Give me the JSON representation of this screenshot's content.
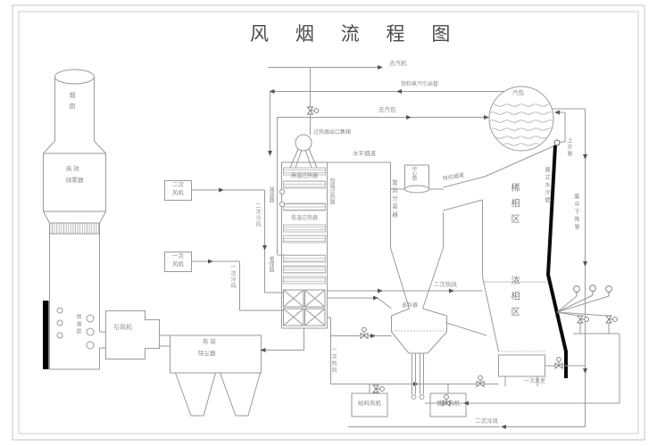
{
  "title": "风 烟 流 程 图",
  "stack": {
    "chimney": "烟囱",
    "demister1": "高 效",
    "demister2": "除雾器",
    "spray_layers": "喷淋层"
  },
  "draft": {
    "id_fan": "引风机",
    "baghouse1": "布 袋",
    "baghouse2": "除尘器",
    "sec_fan1": "二次",
    "sec_fan2": "风机",
    "pri_fan1": "一次",
    "pri_fan2": "风机",
    "feed_fan": "给料风机",
    "spread_fan": "播料风机"
  },
  "air": {
    "sec_cold": "二次冷风",
    "pri_cold": "一次冷风",
    "sec_hot": "二次热风",
    "pri_hot": "一次热风",
    "sec_cold_bottom": "二次冷风",
    "air_chamber": "一次风室"
  },
  "backpass": {
    "sh_outlet_header": "过热器出口集箱",
    "horizontal_flue": "水平烟道",
    "ht_superheater": "高温过热器",
    "lt_superheater": "低温过热器",
    "attemperator": "减温器",
    "economizer": "省煤器",
    "wall_superheater": "包墙过热器"
  },
  "separator": {
    "cyclone": "旋风分离器",
    "center_tube": "中心筒",
    "turn_flue": "转向烟道",
    "loop_seal": "返料器"
  },
  "furnace": {
    "dilute_zone": "稀相区",
    "dense_zone": "浓相区",
    "membrane_wall": "膜式水冷壁"
  },
  "steam": {
    "drum": "汽包",
    "riser": "上升管",
    "downcomer": "集中下降管",
    "to_turbine": "去汽机",
    "saturated_pipe": "饱和蒸汽引出管",
    "to_drum": "去汽包"
  }
}
